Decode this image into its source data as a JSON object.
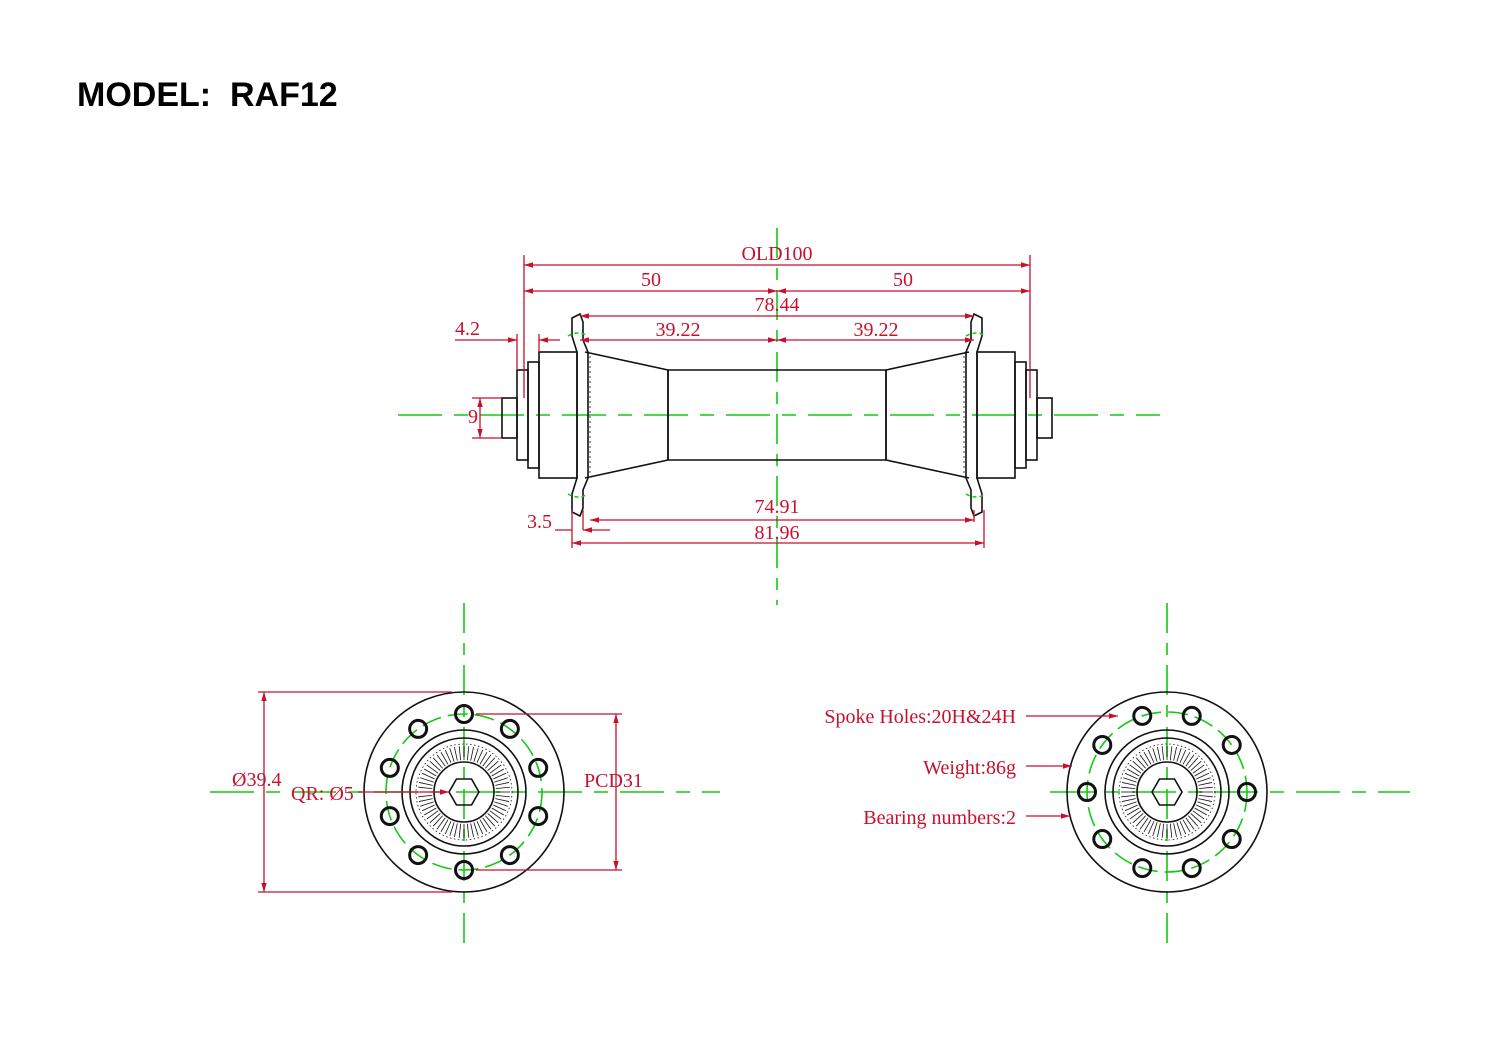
{
  "title": {
    "prefix": "MODEL:",
    "model": "RAF12"
  },
  "dimensions": {
    "old": "OLD100",
    "half_left": "50",
    "half_right": "50",
    "flange_span": "78.44",
    "flange_half_left": "39.22",
    "flange_half_right": "39.22",
    "locknut_offset": "4.2",
    "axle_diameter": "9",
    "flange_thickness": "3.5",
    "inner_span": "74.91",
    "outer_span": "81.96",
    "flange_diameter": "Ø39.4",
    "qr": "QR: Ø5",
    "pcd": "PCD31"
  },
  "specs": {
    "spoke_holes": "Spoke Holes:20H&24H",
    "weight": "Weight:86g",
    "bearings": "Bearing numbers:2"
  },
  "colors": {
    "dimension": "#c8102e",
    "centerline": "#14c814",
    "outline": "#111111"
  }
}
